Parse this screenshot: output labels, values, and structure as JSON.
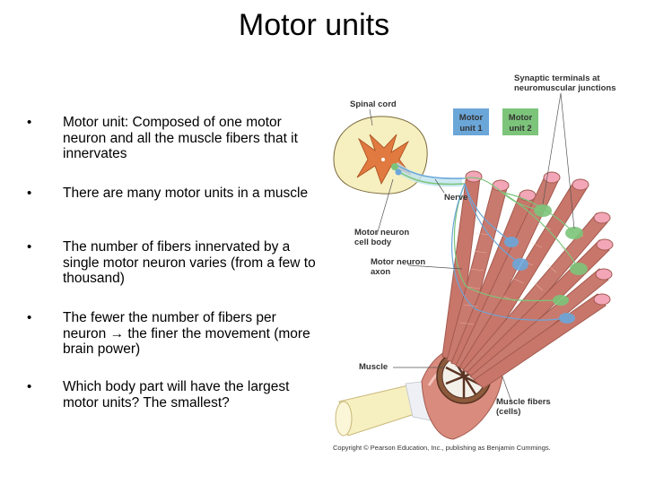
{
  "slide": {
    "title": "Motor units",
    "bullet_marker": "•",
    "bullets": [
      "Motor unit: Composed of one motor neuron and all the muscle fibers that it innervates",
      "There are many motor units in a muscle",
      "The number of fibers innervated by a single motor neuron varies (from a few to thousand)",
      "The fewer the number of fibers per neuron → the finer the movement (more brain power)",
      "Which body part will have the largest motor units?  The smallest?"
    ]
  },
  "figure": {
    "labels": {
      "synaptic_terminals": [
        "Synaptic terminals at",
        "neuromuscular junctions"
      ],
      "spinal_cord": "Spinal cord",
      "motor_unit_1": [
        "Motor",
        "unit 1"
      ],
      "motor_unit_2": [
        "Motor",
        "unit 2"
      ],
      "nerve": "Nerve",
      "cell_body": [
        "Motor neuron",
        "cell body"
      ],
      "axon": [
        "Motor neuron",
        "axon"
      ],
      "muscle": "Muscle",
      "muscle_fibers": [
        "Muscle fibers",
        "(cells)"
      ]
    },
    "copyright": "Copyright © Pearson Education, Inc., publishing as Benjamin Cummings.",
    "colors": {
      "unit1": "#6ba6d9",
      "unit2": "#7cc47a",
      "muscle": "#c8766a",
      "spinal_gray": "#e07a40",
      "tendon": "#f6efc0"
    }
  }
}
